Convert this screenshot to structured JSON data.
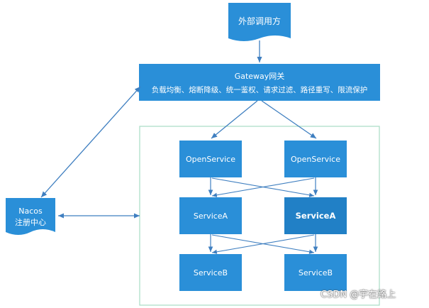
{
  "nodes": {
    "external_caller": "外部调用方",
    "gateway_title": "Gateway网关",
    "gateway_features": "负载均衡、熔断降级、统一鉴权、请求过滤、路径重写、限流保护",
    "nacos_line1": "Nacos",
    "nacos_line2": "注册中心",
    "open_service_left": "OpenService",
    "open_service_right": "OpenService",
    "service_a_left": "ServiceA",
    "service_a_right": "ServiceA",
    "service_b_left": "ServiceB",
    "service_b_right": "ServiceB"
  },
  "watermark": "CSDN @宇在路上",
  "colors": {
    "node_fill": "#2a8fd8",
    "node_dark": "#2180c6",
    "arrow": "#3f7fc0",
    "container_border": "#a8dcc4"
  }
}
